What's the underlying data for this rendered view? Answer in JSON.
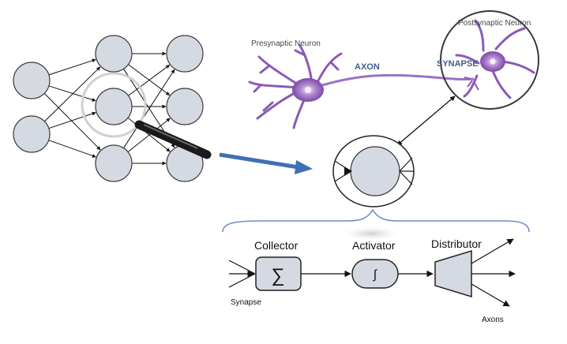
{
  "neuron": {
    "presynaptic_label": "Presynaptic Neuron",
    "postsynaptic_label": "Postsynaptic Neuron",
    "axon_label": "AXON",
    "synapse_label": "SYNAPSE"
  },
  "model": {
    "collector_label": "Collector",
    "collector_symbol": "∑",
    "activator_label": "Activator",
    "activator_symbol": "∫",
    "distributor_label": "Distributor",
    "synapse_label": "Synapse",
    "axons_label": "Axons"
  },
  "colors": {
    "node_fill": "#d4d9e2",
    "node_stroke": "#3a3a3a",
    "pointer_arrow": "#3f6fb5",
    "neuron_purple": "#8a5ab8",
    "axon_text": "#3f5e8a",
    "brace": "#6f8fc5"
  }
}
